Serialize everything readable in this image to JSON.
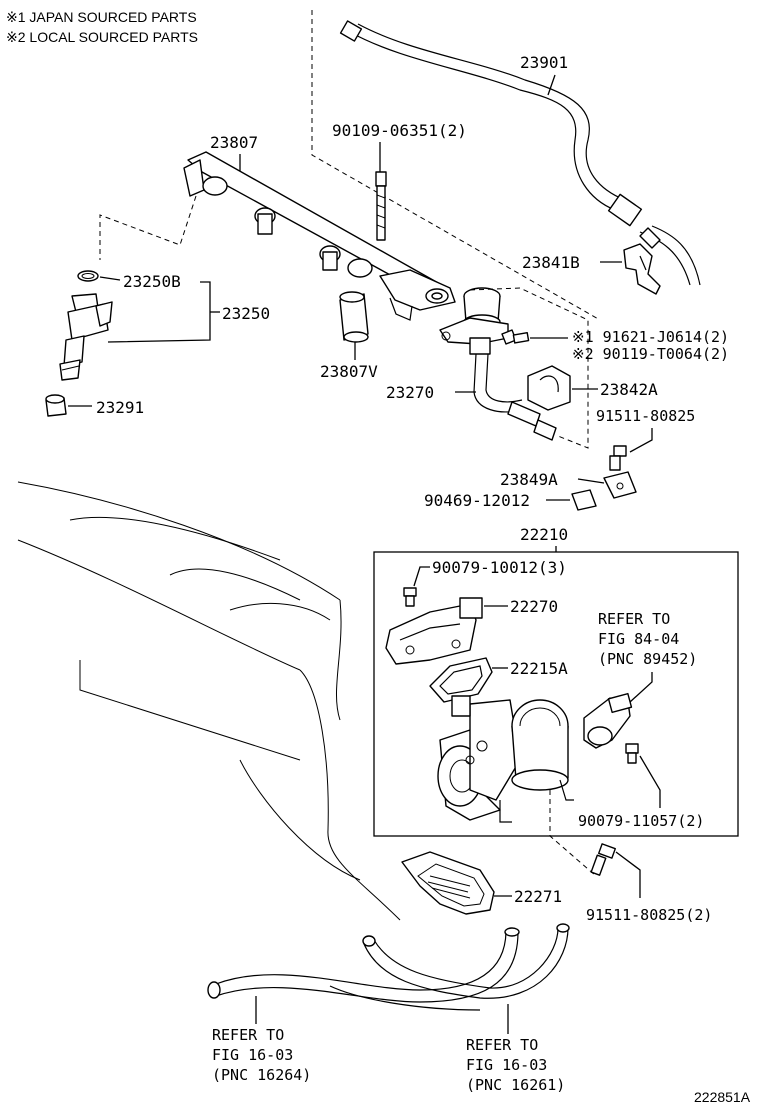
{
  "notes": {
    "japan": "※1 JAPAN SOURCED PARTS",
    "local": "※2 LOCAL SOURCED PARTS"
  },
  "labels": {
    "p23901": "23901",
    "p90109": "90109-06351(2)",
    "p23807": "23807",
    "p23841b": "23841B",
    "p23250b": "23250B",
    "p23250": "23250",
    "p23807v": "23807V",
    "p91621": "※1 91621-J0614(2)",
    "p90119": "※2 90119-T0064(2)",
    "p23291": "23291",
    "p23270": "23270",
    "p23842a": "23842A",
    "p91511a": "91511-80825",
    "p23849a": "23849A",
    "p90469": "90469-12012",
    "p22210": "22210",
    "p90079a": "90079-10012(3)",
    "p22270": "22270",
    "p22215a": "22215A",
    "p90079b": "90079-11057(2)",
    "p22271": "22271",
    "p91511b": "91511-80825(2)"
  },
  "refs": {
    "fig84": [
      "REFER TO",
      "FIG 84-04",
      "(PNC 89452)"
    ],
    "fig16a": [
      "REFER TO",
      "FIG 16-03",
      "(PNC 16264)"
    ],
    "fig16b": [
      "REFER TO",
      "FIG 16-03",
      "(PNC 16261)"
    ]
  },
  "diagram_id": "222851A"
}
